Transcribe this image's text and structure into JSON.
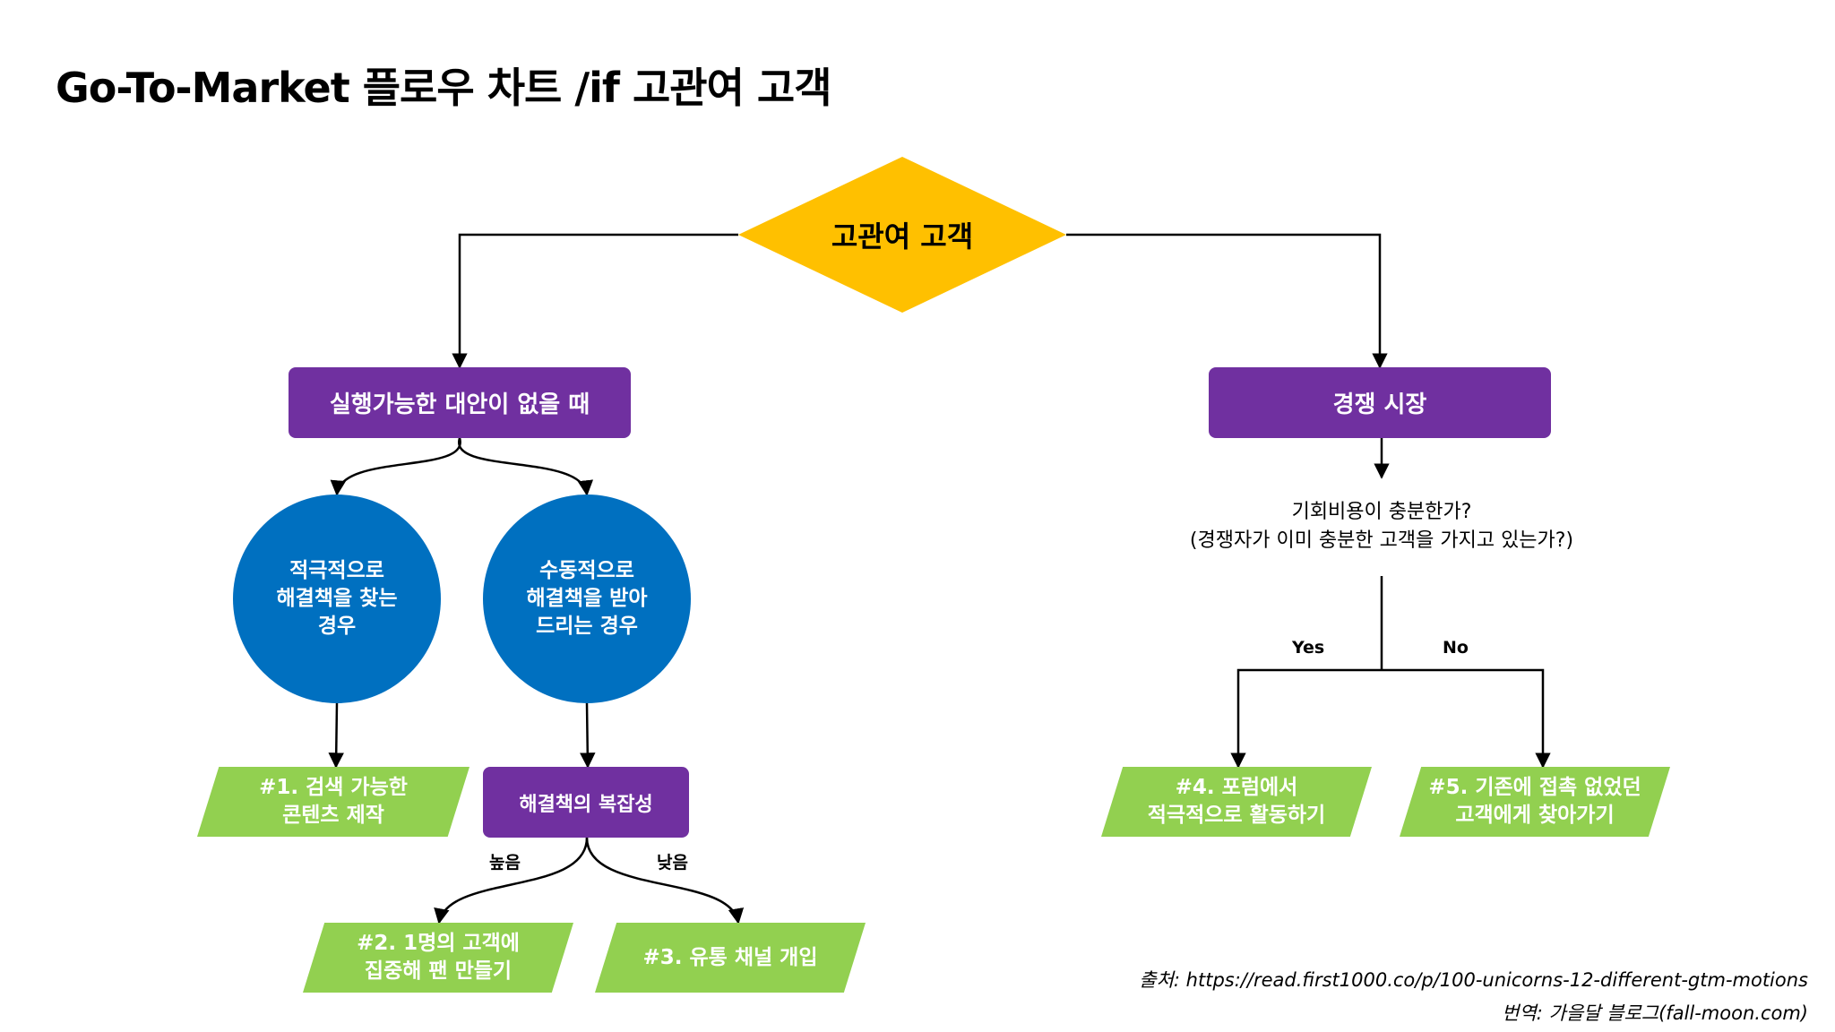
{
  "title": "Go-To-Market 플로우 차트 /if 고관여 고객",
  "root": {
    "label": "고관여 고객",
    "color": "#ffc000"
  },
  "left_branch": {
    "label": "실행가능한 대안이 없을 때",
    "active": "적극적으로\n해결책을 찾는\n경우",
    "passive": "수동적으로\n해결책을 받아\n드리는 경우",
    "outcome_1": "#1. 검색 가능한\n콘텐츠 제작",
    "complexity": "해결책의 복잡성",
    "high_label": "높음",
    "low_label": "낮음",
    "outcome_2": "#2. 1명의 고객에\n집중해 팬 만들기",
    "outcome_3": "#3. 유통 채널 개입"
  },
  "right_branch": {
    "label": "경쟁 시장",
    "question_1": "기회비용이 충분한가?",
    "question_2": "(경쟁자가 이미 충분한 고객을 가지고 있는가?)",
    "yes_label": "Yes",
    "no_label": "No",
    "outcome_4": "#4. 포럼에서\n적극적으로 활동하기",
    "outcome_5": "#5. 기존에 접촉 없었던\n고객에게 찾아가기"
  },
  "source": {
    "prefix": "출처",
    "url": ": https://read.first1000.co/p/100-unicorns-12-different-gtm-motions",
    "translation_prefix": "번역",
    "translation": ": 가을달 블로그(fall-moon.com)"
  },
  "colors": {
    "purple": "#7030a0",
    "blue": "#0070c0",
    "green": "#92d050",
    "yellow": "#ffc000"
  }
}
